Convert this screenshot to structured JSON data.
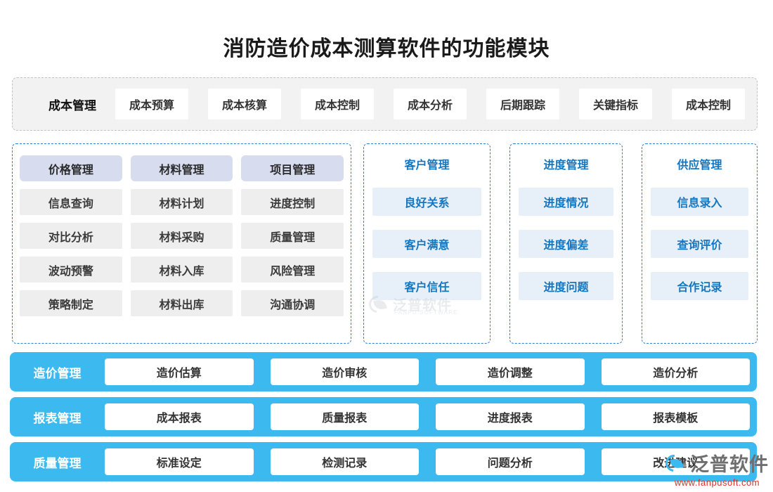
{
  "title": "消防造价成本测算软件的功能模块",
  "top_strip": {
    "label": "成本管理",
    "chips": [
      "成本预算",
      "成本核算",
      "成本控制",
      "成本分析",
      "后期跟踪",
      "关键指标",
      "成本控制"
    ]
  },
  "panels": [
    {
      "id": "panel-grey",
      "style": "grey",
      "columns": [
        {
          "header": "价格管理",
          "items": [
            "信息查询",
            "对比分析",
            "波动预警",
            "策略制定"
          ]
        },
        {
          "header": "材料管理",
          "items": [
            "材料计划",
            "材料采购",
            "材料入库",
            "材料出库"
          ]
        },
        {
          "header": "项目管理",
          "items": [
            "进度控制",
            "质量管理",
            "风险管理",
            "沟通协调"
          ]
        }
      ]
    },
    {
      "id": "panel-customer",
      "style": "blue",
      "columns": [
        {
          "header": "客户管理",
          "items": [
            "良好关系",
            "客户满意",
            "客户信任"
          ]
        }
      ]
    },
    {
      "id": "panel-progress",
      "style": "blue",
      "columns": [
        {
          "header": "进度管理",
          "items": [
            "进度情况",
            "进度偏差",
            "进度问题"
          ]
        }
      ]
    },
    {
      "id": "panel-supply",
      "style": "blue",
      "columns": [
        {
          "header": "供应管理",
          "items": [
            "信息录入",
            "查询评价",
            "合作记录"
          ]
        }
      ]
    }
  ],
  "bars": [
    {
      "label": "造价管理",
      "cells": [
        "造价估算",
        "造价审核",
        "造价调整",
        "造价分析"
      ]
    },
    {
      "label": "报表管理",
      "cells": [
        "成本报表",
        "质量报表",
        "进度报表",
        "报表模板"
      ]
    },
    {
      "label": "质量管理",
      "cells": [
        "标准设定",
        "检测记录",
        "问题分析",
        "改进建议"
      ]
    }
  ],
  "watermarks": {
    "brand": "泛普软件",
    "brand_sub": "FANPU SOFTWARE",
    "url": "www.fanpusoft.com"
  },
  "colors": {
    "bar_blue": "#3cb9ee",
    "panel_border_blue": "#2f7fd0",
    "chip_lavender": "#d7dcef",
    "chip_grey": "#eeeeee",
    "chip_light_blue": "#e7f0f9",
    "text_blue": "#1576c0",
    "strip_bg": "#f2f2f2",
    "url_red": "#d93025"
  }
}
